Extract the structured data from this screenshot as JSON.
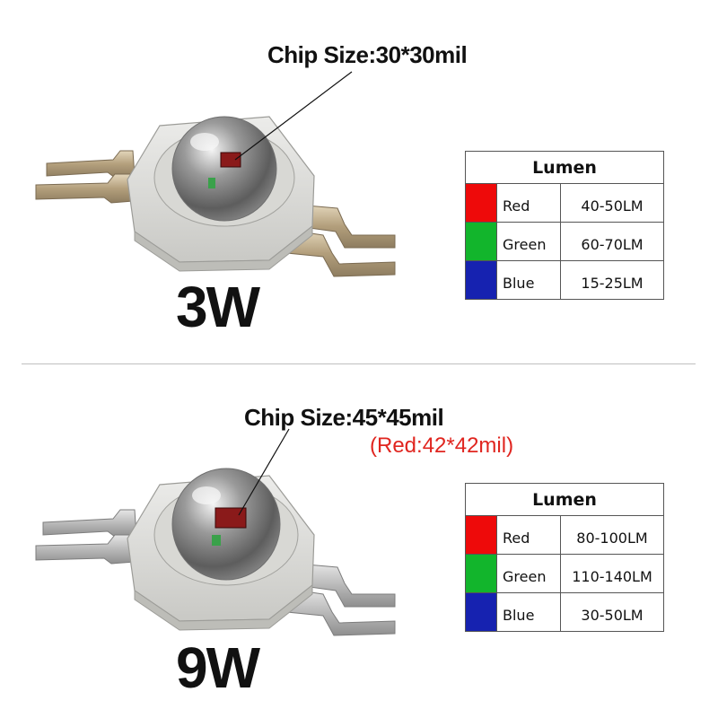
{
  "products": [
    {
      "chip_size": "Chip Size:30*30mil",
      "red_chip_note": "",
      "wattage": "3W",
      "table": {
        "header": "Lumen",
        "rows": [
          {
            "color_name": "Red",
            "lumen": "40-50LM",
            "swatch_color": "#ee0a0a"
          },
          {
            "color_name": "Green",
            "lumen": "60-70LM",
            "swatch_color": "#12b52c"
          },
          {
            "color_name": "Blue",
            "lumen": "15-25LM",
            "swatch_color": "#1622b0"
          }
        ]
      }
    },
    {
      "chip_size": "Chip Size:45*45mil",
      "red_chip_note": "(Red:42*42mil)",
      "wattage": "9W",
      "table": {
        "header": "Lumen",
        "rows": [
          {
            "color_name": "Red",
            "lumen": "80-100LM",
            "swatch_color": "#ee0a0a"
          },
          {
            "color_name": "Green",
            "lumen": "110-140LM",
            "swatch_color": "#12b52c"
          },
          {
            "color_name": "Blue",
            "lumen": "30-50LM",
            "swatch_color": "#1622b0"
          }
        ]
      }
    }
  ],
  "colors": {
    "divider": "#bfbfbf",
    "red_note": "#e0251f",
    "package_body": "#e3e3df",
    "lead_frame": "#b9a98a"
  }
}
